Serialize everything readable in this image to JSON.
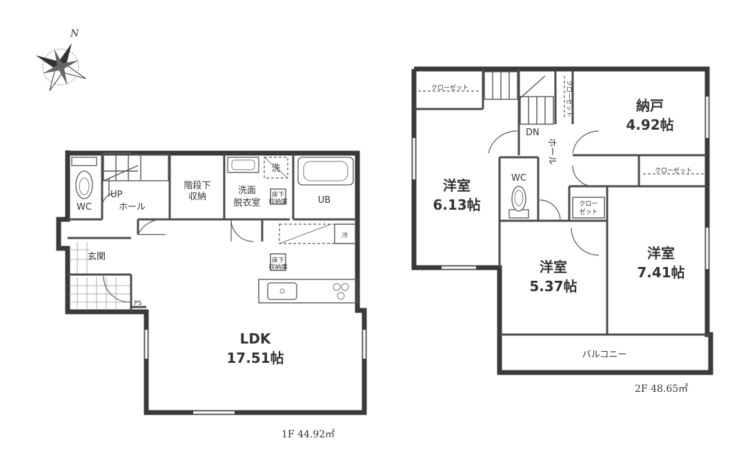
{
  "compass": {
    "north": "N"
  },
  "floor1": {
    "area": "1F  44.92㎡",
    "rooms": {
      "ldk_name": "LDK",
      "ldk_size": "17.51帖",
      "wc": "WC",
      "up": "UP",
      "hall": "ホール",
      "stair_storage_1": "階段下",
      "stair_storage_2": "収納",
      "washroom_1": "洗面",
      "washroom_2": "脱衣室",
      "laundry": "洗",
      "ub": "UB",
      "underfloor_1a": "床下",
      "underfloor_1b": "収納庫",
      "underfloor_2a": "床下",
      "underfloor_2b": "収納庫",
      "fridge": "冷",
      "entrance": "玄関",
      "ps": "PS"
    }
  },
  "floor2": {
    "area": "2F  48.65㎡",
    "rooms": {
      "western1_name": "洋室",
      "western1_size": "6.13帖",
      "western2_name": "洋室",
      "western2_size": "5.37帖",
      "western3_name": "洋室",
      "western3_size": "7.41帖",
      "storage_name": "納戸",
      "storage_size": "4.92帖",
      "closet1": "クローゼット",
      "closet2": "クローゼット",
      "closet3_a": "クロー",
      "closet3_b": "ゼット",
      "closet_v": "クローゼット",
      "wc": "WC",
      "dn": "DN",
      "hall": "ホール",
      "balcony": "バルコニー"
    }
  }
}
